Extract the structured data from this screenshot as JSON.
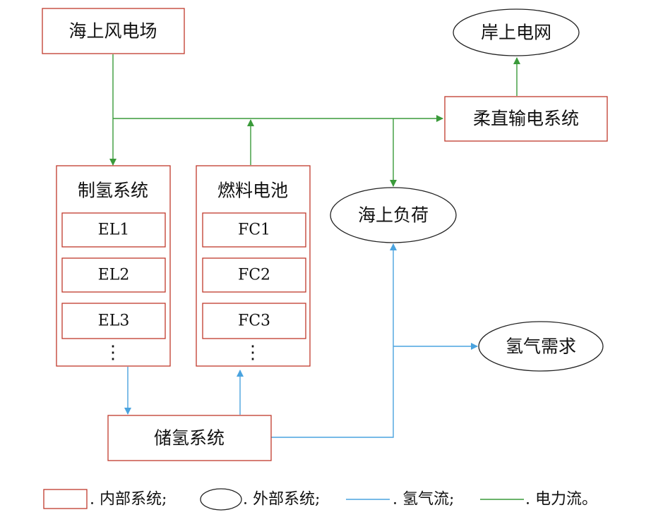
{
  "colors": {
    "box_border": "#c0392b",
    "power_flow": "#3a9a3a",
    "hydrogen_flow": "#4aa3df",
    "text": "#111111"
  },
  "nodes": {
    "offshore_wind": "海上风电场",
    "onshore_grid": "岸上电网",
    "hvdc": "柔直输电系统",
    "electrolysis": {
      "title": "制氢系统",
      "units": [
        "EL1",
        "EL2",
        "EL3"
      ],
      "more": "⋮"
    },
    "fuel_cell": {
      "title": "燃料电池",
      "units": [
        "FC1",
        "FC2",
        "FC3"
      ],
      "more": "⋮"
    },
    "offshore_load": "海上负荷",
    "hydrogen_demand": "氢气需求",
    "storage": "储氢系统"
  },
  "legend": {
    "internal": ". 内部系统;",
    "external": ". 外部系统;",
    "hydrogen": ". 氢气流;",
    "power": ". 电力流。"
  }
}
